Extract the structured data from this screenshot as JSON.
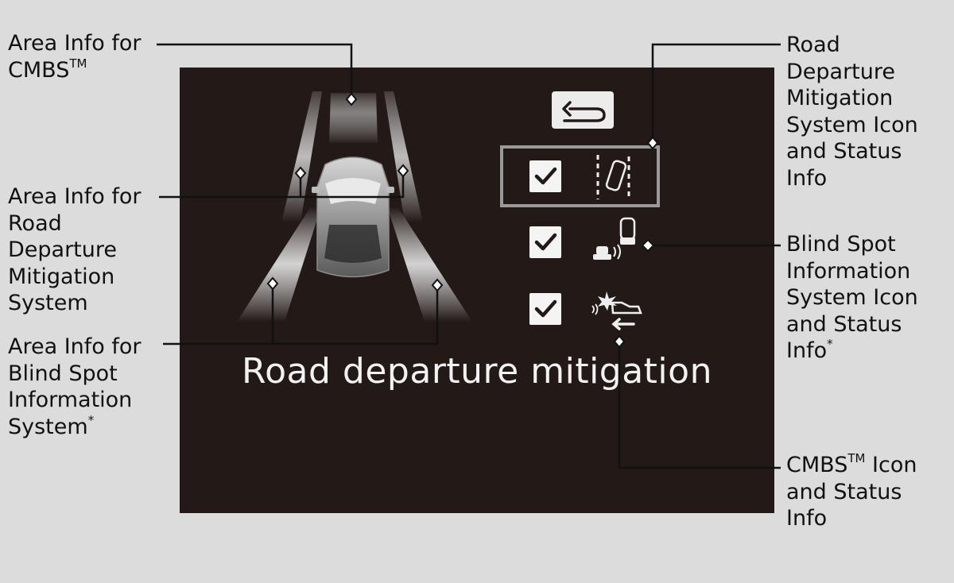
{
  "callouts": {
    "cmbs_area": {
      "text": "Area Info for\nCMBS",
      "mark": "TM"
    },
    "rdm_area": {
      "text": "Area Info for\nRoad\nDeparture\nMitigation\nSystem"
    },
    "bsi_area": {
      "text": "Area Info for\nBlind Spot\nInformation\nSystem",
      "mark": "*"
    },
    "rdm_icon": {
      "text": "Road\nDeparture\nMitigation\nSystem Icon\nand Status\nInfo"
    },
    "bsi_icon": {
      "text": "Blind Spot\nInformation\nSystem Icon\nand Status\nInfo",
      "mark": "*"
    },
    "cmbs_icon": {
      "text": "CMBS",
      "mark": "TM",
      "rest": " Icon\nand Status\nInfo"
    }
  },
  "screen": {
    "message": "Road departure mitigation",
    "background": "#231a17",
    "rows": [
      {
        "name": "road-departure-mitigation",
        "checked": true,
        "selected": true,
        "icon": "lane-departure-car-icon"
      },
      {
        "name": "blind-spot-information",
        "checked": true,
        "selected": false,
        "icon": "blind-spot-cars-icon"
      },
      {
        "name": "cmbs",
        "checked": true,
        "selected": false,
        "icon": "collision-brake-icon"
      }
    ],
    "back_icon": "back-arrow-icon"
  },
  "colors": {
    "page_background": "#dcdcdc",
    "text": "#111111",
    "leader_line": "#111111",
    "selection_frame": "#9a9a9a"
  }
}
